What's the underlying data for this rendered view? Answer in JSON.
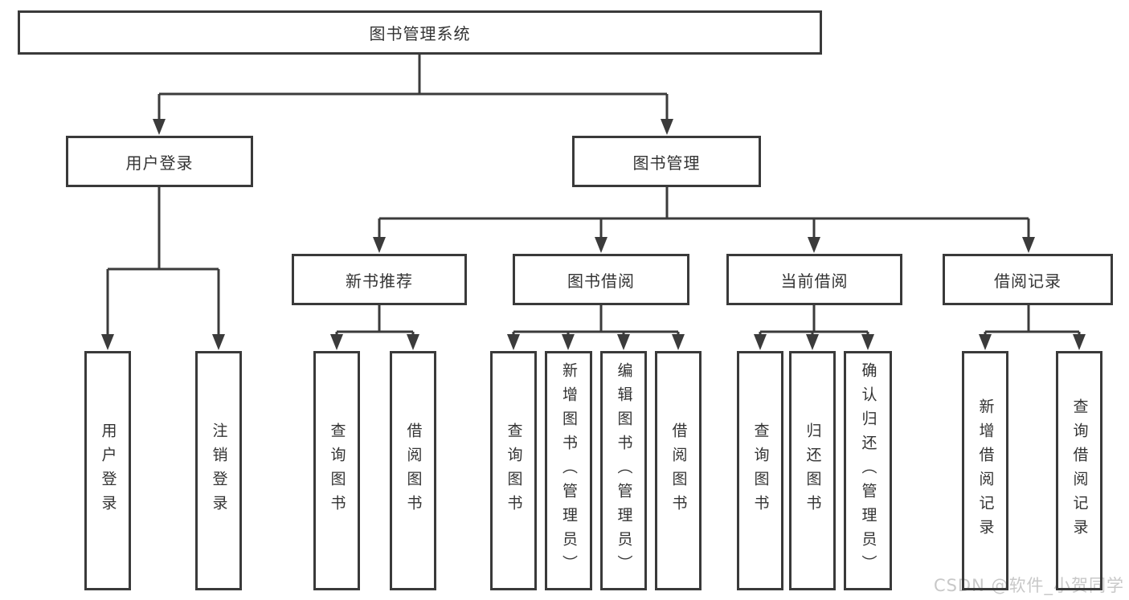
{
  "colors": {
    "line": "#3b3b3b",
    "box_border": "#3a3a3a",
    "text": "#333333",
    "watermark": "#c8c8c8"
  },
  "watermark": {
    "text": "CSDN @软件_小贺同学"
  },
  "tree": {
    "root": "图书管理系统",
    "branches": [
      {
        "label": "用户登录",
        "children": [
          "用户登录",
          "注销登录"
        ]
      },
      {
        "label": "图书管理",
        "groups": [
          {
            "label": "新书推荐",
            "children": [
              "查询图书",
              "借阅图书"
            ]
          },
          {
            "label": "图书借阅",
            "children": [
              "查询图书",
              "新增图书（管理员）",
              "编辑图书（管理员）",
              "借阅图书"
            ]
          },
          {
            "label": "当前借阅",
            "children": [
              "查询图书",
              "归还图书",
              "确认归还（管理员）"
            ]
          },
          {
            "label": "借阅记录",
            "children": [
              "新增借阅记录",
              "查询借阅记录"
            ]
          }
        ]
      }
    ]
  }
}
